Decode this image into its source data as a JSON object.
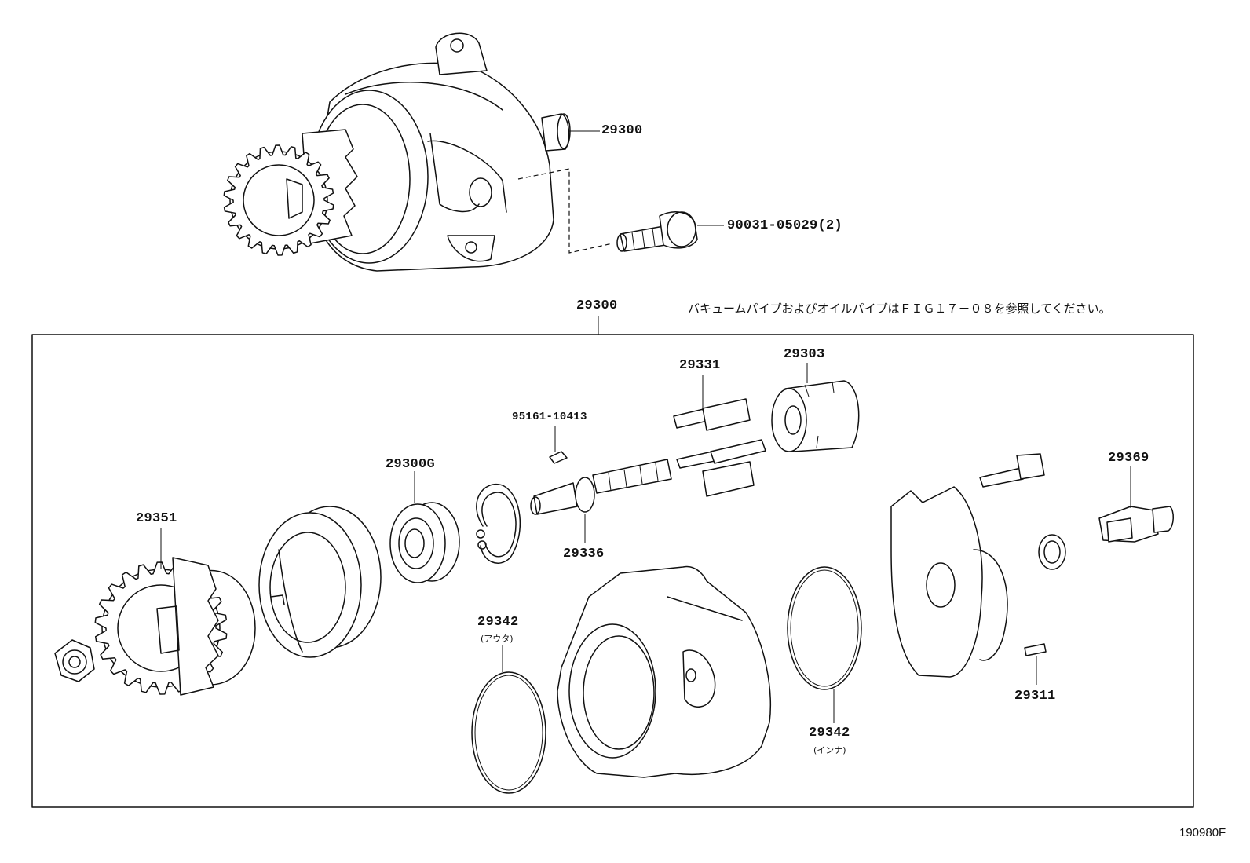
{
  "callouts": {
    "top_pump": "29300",
    "top_bolt": "90031-05029(2)",
    "assembly": "29300",
    "vanes": "29331",
    "rotor": "29303",
    "key": "95161-10413",
    "bearing": "29300G",
    "gear": "29351",
    "shaft": "29336",
    "outer_oring": "29342",
    "outer_oring_sub": "(アウタ)",
    "inner_oring": "29342",
    "inner_oring_sub": "(インナ)",
    "check_valve": "29369",
    "pin": "29311"
  },
  "note": "バキュームパイプおよびオイルパイプはＦＩＧ１７－０８を参照してください。",
  "figure_id": "190980F"
}
